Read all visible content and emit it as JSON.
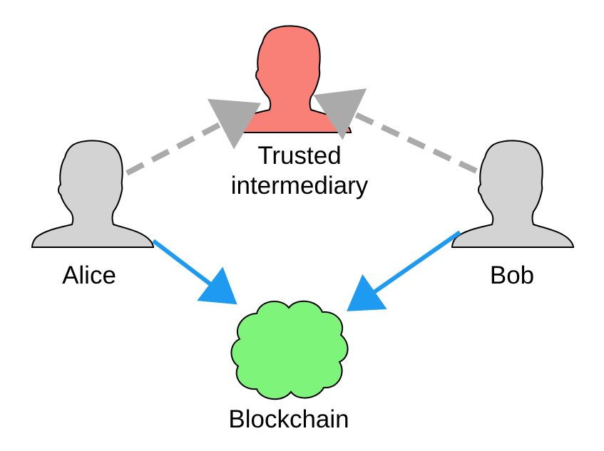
{
  "nodes": {
    "alice": {
      "label": "Alice",
      "color": "#d3d3d3"
    },
    "bob": {
      "label": "Bob",
      "color": "#d3d3d3"
    },
    "intermediary": {
      "label_line1": "Trusted",
      "label_line2": "intermediary",
      "color": "#f98077"
    },
    "blockchain": {
      "label": "Blockchain",
      "color": "#7ef47b"
    }
  },
  "edges": [
    {
      "from": "Alice",
      "to": "Trusted intermediary",
      "style": "dashed",
      "color": "#aaaaaa"
    },
    {
      "from": "Bob",
      "to": "Trusted intermediary",
      "style": "dashed",
      "color": "#aaaaaa"
    },
    {
      "from": "Alice",
      "to": "Blockchain",
      "style": "solid",
      "color": "#1e9bf0"
    },
    {
      "from": "Bob",
      "to": "Blockchain",
      "style": "solid",
      "color": "#1e9bf0"
    }
  ]
}
